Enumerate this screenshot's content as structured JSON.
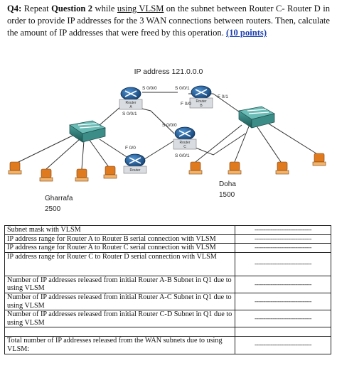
{
  "question": {
    "number": "Q4:",
    "text_1": " Repeat ",
    "ref": "Question 2",
    "text_2": " while ",
    "using": "using VLSM",
    "text_3": " on the subnet between Router C- Router D in order to provide IP addresses for the 3 WAN connections between routers. Then, calculate the amount of IP addresses that were freed by this operation. ",
    "points": "(10 points)"
  },
  "diagram": {
    "title": "IP address 121.0.0.0",
    "routers": {
      "a": {
        "line1": "Router",
        "line2": "A"
      },
      "b": {
        "line1": "Router",
        "line2": "B"
      },
      "c": {
        "line1": "Router",
        "line2": "C"
      },
      "d": {
        "line1": "Router",
        "line2": ""
      }
    },
    "interfaces": {
      "a_s000": "S 0/0/0",
      "b_s001": "S 0/0/1",
      "b_f01": "F 0/1",
      "b_f00": "F 0/0",
      "a_s001": "S 0/0/1",
      "c_s000": "S 0/0/0",
      "d_f00": "F 0/0",
      "c_s001": "S 0/0/1"
    },
    "sites": {
      "left_name": "Gharrafa",
      "left_hosts": "2500",
      "right_name": "Doha",
      "right_hosts": "1500"
    }
  },
  "table": {
    "answer_placeholder": "--------------------------------",
    "rows": [
      "Subnet mask with VLSM",
      "IP address range for Router A to Router B serial connection with VLSM",
      "IP address range for Router A to Router C serial connection with VLSM",
      "IP address range for Router C to Router D serial connection with VLSM",
      "Number of IP addresses released from initial Router A-B Subnet in Q1 due to using VLSM",
      "Number of IP addresses released from initial Router A-C Subnet in Q1 due to using VLSM",
      "Number of IP addresses released from initial Router C-D Subnet in Q1 due to using VLSM",
      "Total number of IP addresses released from the WAN subnets due to using VLSM:"
    ]
  },
  "colors": {
    "router_blue": "#1f5f9e",
    "switch_green": "#2d7a76",
    "host_orange": "#e07a1f"
  }
}
